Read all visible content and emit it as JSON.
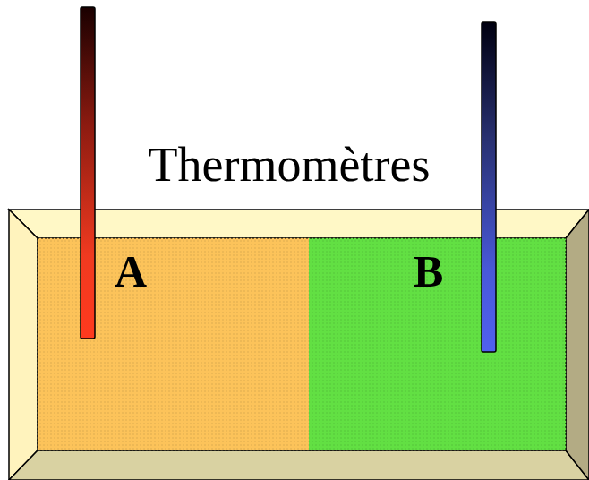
{
  "diagram": {
    "nodes": [
      {
        "text": [
          "A"
        ]
      },
      {
        "text": [
          "B"
        ]
      }
    ],
    "labels": [
      "Thermomètres"
    ]
  }
}
